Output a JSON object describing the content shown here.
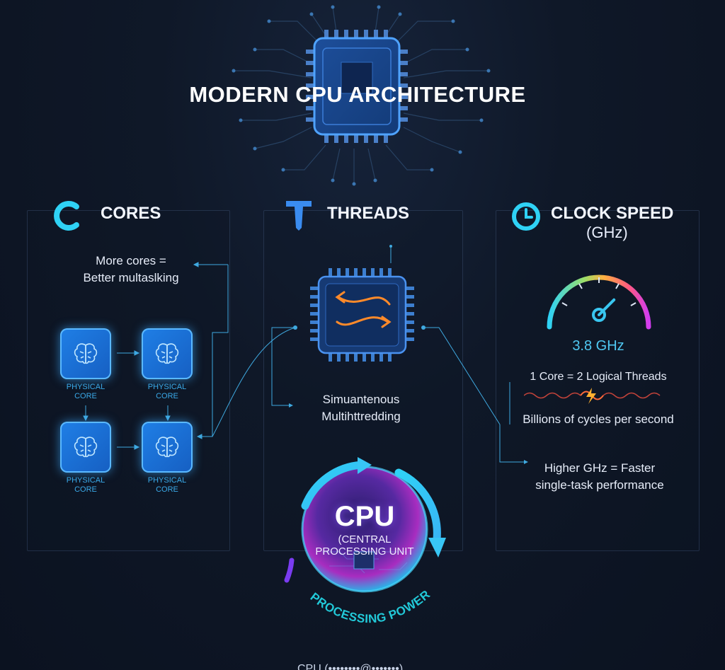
{
  "title": "MODERN CPU ARCHITECTURE",
  "cores": {
    "heading": "CORES",
    "note_line1": "More cores =",
    "note_line2": "Better multaslking",
    "core_label_line1": "PHYSICAL",
    "core_label_line2": "CORE"
  },
  "threads": {
    "heading": "THREADS",
    "smt_line1": "Simuantenous",
    "smt_line2": "Multihttredding"
  },
  "clock": {
    "heading_line1": "CLOCK SPEED",
    "heading_line2": "(GHz)",
    "ghz_value": "3.8 GHz",
    "gauge_level": 0.75,
    "threads_note": "1 Core = 2 Logical Threads",
    "cycles_note": "Billions of cycles per second",
    "faster_line1": "Higher GHz = Faster",
    "faster_line2": "single-task performance"
  },
  "cpu_core": {
    "big": "CPU",
    "sub_line1": "(CENTRAL",
    "sub_line2": "PROCESSING UNIT",
    "arc_text": "PROCESSING POWER"
  },
  "footer": "CPU (••••••••@•••••••)",
  "colors": {
    "accent_cyan": "#39c6f0",
    "core_blue": "#1c7fe0",
    "orange": "#ff8a2a",
    "magenta": "#d23cf0"
  },
  "icons": {
    "cores": "c-icon",
    "threads": "t-icon",
    "clock": "clock-icon",
    "core_chip": "brain-icon",
    "threads_chip": "swap-arrows-icon",
    "gauge": "speedometer-icon"
  }
}
